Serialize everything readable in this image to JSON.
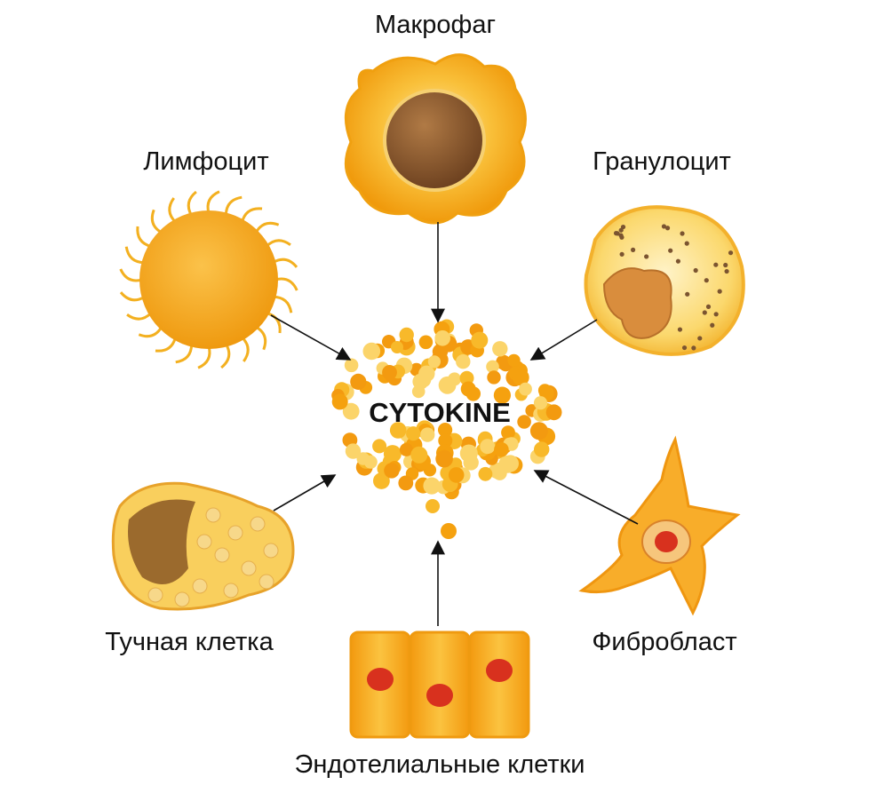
{
  "labels": {
    "macrophage": "Макрофаг",
    "lymphocyte": "Лимфоцит",
    "granulocyte": "Гранулоцит",
    "center": "CYTOKINE",
    "mast_cell": "Тучная клетка",
    "fibroblast": "Фибробласт",
    "endothelial": "Эндотелиальные клетки"
  },
  "colors": {
    "orange": "#f5a10f",
    "light": "#fbd46a",
    "nucleus": "#8a5a2a",
    "red": "#d8311e",
    "arrow": "#111111"
  }
}
